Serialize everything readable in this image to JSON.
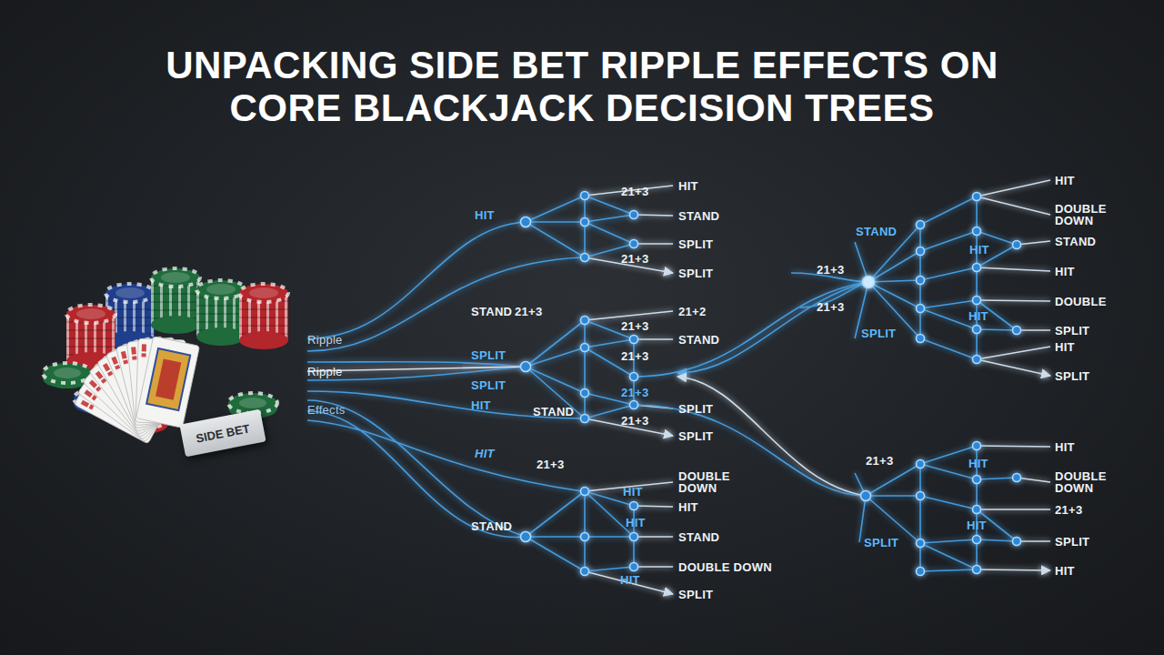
{
  "diagram": {
    "title": "UNPACKING SIDE BET RIPPLE EFFECTS ON CORE BLACKJACK DECISION TREES",
    "nodes": [
      {
        "text": [
          "SIDE BET"
        ]
      }
    ],
    "labels": [
      "Ripple",
      "Ripple",
      "Effects",
      "HIT",
      "HIT",
      "21+3",
      "STAND",
      "SPLIT",
      "21+3",
      "SPLIT",
      "STAND",
      "21+3",
      "21+2",
      "21+3",
      "STAND",
      "SPLIT",
      "21+3",
      "SPLIT",
      "21+3",
      "HIT",
      "STAND",
      "SPLIT",
      "21+3",
      "SPLIT",
      "HIT",
      "21+3",
      "DOUBLE DOWN",
      "HIT",
      "HIT",
      "STAND",
      "HIT",
      "STAND",
      "DOUBLE DOWN",
      "HIT",
      "SPLIT",
      "21+3",
      "STAND",
      "21+3",
      "SPLIT",
      "HIT",
      "DOUBLE DOWN",
      "HIT",
      "STAND",
      "HIT",
      "HIT",
      "DOUBLE",
      "SPLIT",
      "HIT",
      "SPLIT",
      "21+3",
      "HIT",
      "HIT",
      "DOUBLE DOWN",
      "21+3",
      "HIT",
      "SPLIT",
      "SPLIT",
      "HIT"
    ]
  }
}
